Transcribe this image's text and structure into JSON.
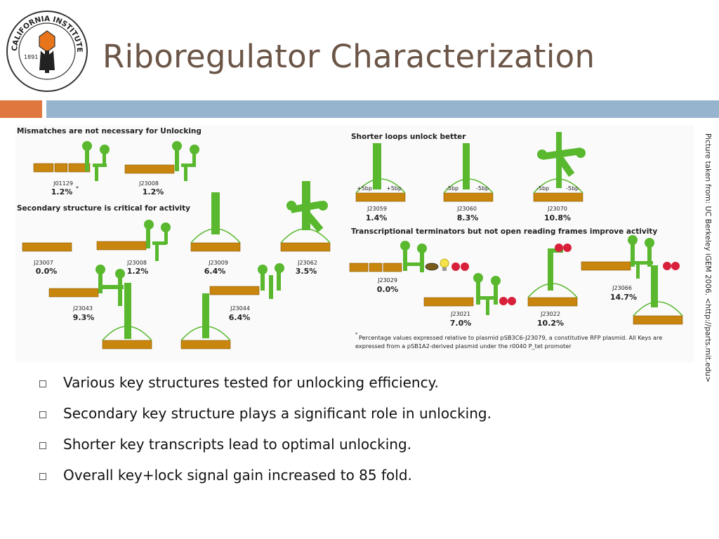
{
  "slide": {
    "title": "Riboregulator Characterization",
    "logo_text": "CALIFORNIA INSTITUTE OF TECHNOLOGY",
    "logo_year": "1891",
    "side_note": "Picture taken from: UC Berkeley iGEM 2006. <http://parts.mit.edu>",
    "bullets": [
      "Various key structures tested for unlocking efficiency.",
      "Secondary key structure plays a significant role in unlocking.",
      "Shorter key transcripts lead to optimal unlocking.",
      "Overall key+lock signal gain increased to 85 fold."
    ],
    "colors": {
      "title": "#6b5547",
      "accent_orange": "#e0773f",
      "accent_blue": "#97b4cf",
      "rna_green": "#59b82e",
      "dna_bar": "#c8860e"
    }
  },
  "figure": {
    "section_headers": {
      "mismatches": "Mismatches are not necessary for Unlocking",
      "secondary": "Secondary structure is critical for activity",
      "shorter": "Shorter loops unlock better",
      "terminators": "Transcriptional terminators but not open reading frames improve activity"
    },
    "parts": {
      "J01129": {
        "id": "J01129",
        "value": "1.2%",
        "mark": "*"
      },
      "J23008a": {
        "id": "J23008",
        "value": "1.2%"
      },
      "J23007": {
        "id": "J23007",
        "value": "0.0%"
      },
      "J23008b": {
        "id": "J23008",
        "value": "1.2%"
      },
      "J23009": {
        "id": "J23009",
        "value": "6.4%"
      },
      "J23062": {
        "id": "J23062",
        "value": "3.5%"
      },
      "J23043": {
        "id": "J23043",
        "value": "9.3%"
      },
      "J23044": {
        "id": "J23044",
        "value": "6.4%"
      },
      "J23059": {
        "id": "J23059",
        "value": "1.4%",
        "loop_left": "+5bp",
        "loop_right": "+5bp"
      },
      "J23060": {
        "id": "J23060",
        "value": "8.3%",
        "loop_left": "-5bp",
        "loop_right": "-5bp"
      },
      "J23070": {
        "id": "J23070",
        "value": "10.8%",
        "loop_left": "-5bp",
        "loop_right": "-5bp"
      },
      "J23029": {
        "id": "J23029",
        "value": "0.0%"
      },
      "J23021": {
        "id": "J23021",
        "value": "7.0%"
      },
      "J23022": {
        "id": "J23022",
        "value": "10.2%"
      },
      "J23066": {
        "id": "J23066",
        "value": "14.7%"
      }
    },
    "footnote_mark": "*",
    "footnote_line1": "Percentage values expressed relative to plasmid pSB3C6-J23079, a constitutive RFP plasmid.  All Keys are",
    "footnote_line2": "expressed from a pSB1A2-derived plasmid under the r0040 P_tet promoter"
  }
}
